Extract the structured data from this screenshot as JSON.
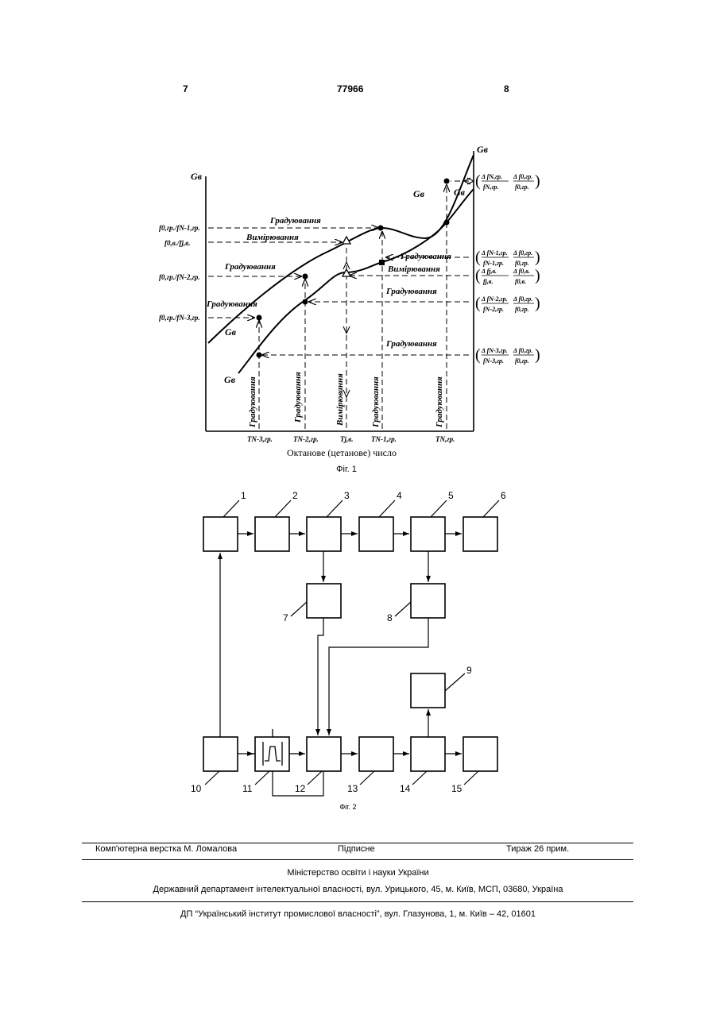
{
  "header": {
    "page_left": "7",
    "patent_number": "77966",
    "page_right": "8"
  },
  "fig1": {
    "caption": "Фіг. 1",
    "x_axis_label": "Октанове (цетанове) число",
    "y_axis_left": "Gв",
    "y_axis_right": "Gв",
    "curve_label_upper": "Gв",
    "curve_label_upper_right": "Gв",
    "curve_label_lower_left": "Gв",
    "curve_label_lower": "Gв",
    "left_ratios": [
      "f0,гр./fN-1,гр.",
      "f0,в./fj,в.",
      "f0,гр./fN-2,гр.",
      "f0,гр./fN-3,гр."
    ],
    "right_ratios": [
      {
        "num1": "Δ fN,гр.",
        "den1": "fN,гр.",
        "num2": "Δ f0,гр.",
        "den2": "f0,гр."
      },
      {
        "num1": "Δ fN-1,гр.",
        "den1": "fN-1,гр.",
        "num2": "Δ f0,гр.",
        "den2": "f0,гр."
      },
      {
        "num1": "Δ fj,в.",
        "den1": "fj,в.",
        "num2": "Δ f0,в.",
        "den2": "f0,в."
      },
      {
        "num1": "Δ fN-2,гр.",
        "den1": "fN-2,гр.",
        "num2": "Δ f0,гр.",
        "den2": "f0,гр."
      },
      {
        "num1": "Δ fN-3,гр.",
        "den1": "fN-3,гр.",
        "num2": "Δ f0,гр.",
        "den2": "f0,гр."
      }
    ],
    "x_ticks": [
      "TN-3,гр.",
      "TN-2,гр.",
      "Tj,в.",
      "TN-1,гр.",
      "TN,гр."
    ],
    "word_graduation": "Градуювання",
    "word_measurement": "Вимірювання"
  },
  "fig2": {
    "caption": "Фіг. 2",
    "block_numbers": [
      "1",
      "2",
      "3",
      "4",
      "5",
      "6",
      "7",
      "8",
      "9",
      "10",
      "11",
      "12",
      "13",
      "14",
      "15"
    ]
  },
  "footer": {
    "layout": "Комп'ютерна верстка М. Ломалова",
    "signed": "Підписне",
    "circulation": "Тираж 26 прим.",
    "ministry": "Міністерство освіти і науки України",
    "department": "Державний департамент інтелектуальної власності, вул. Урицького, 45, м. Київ, МСП, 03680, Україна",
    "institute": "ДП “Український інститут промислової власності”, вул. Глазунова, 1, м. Київ – 42, 01601"
  }
}
